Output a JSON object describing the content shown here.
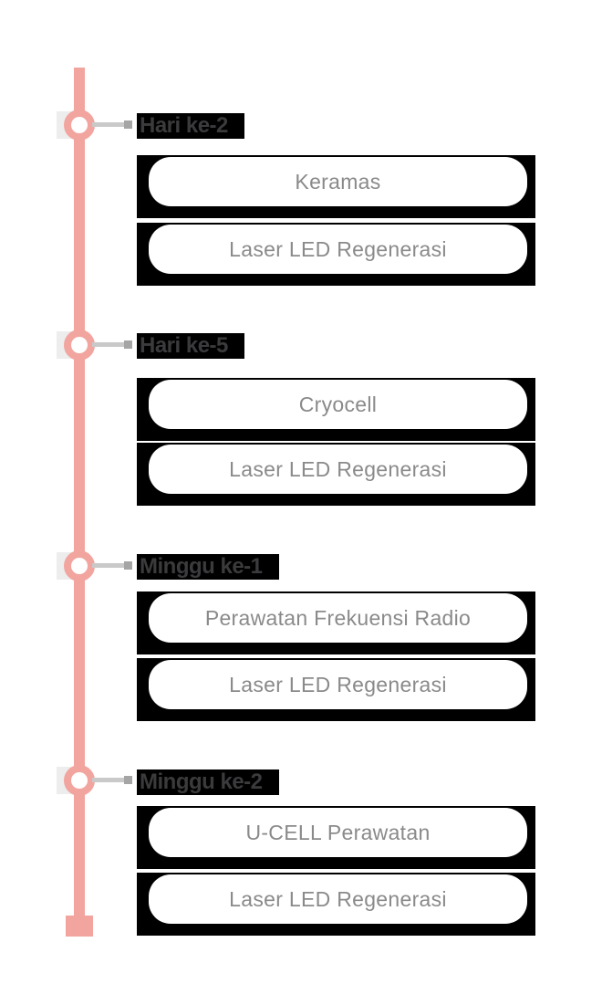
{
  "theme": {
    "page-bg": "#FFFFFF",
    "pink": "#F2A59F",
    "connector-gray": "#C9C9C9",
    "connector-square-gray": "#A5A5A5",
    "node-square-gray": "#EDEDED",
    "label-bg": "#000000",
    "label-text": "#3B3B3D",
    "card-bg": "#000000",
    "card-inner-bg": "#FFFFFF",
    "card-text": "#8A8A8A"
  },
  "timeline": {
    "groups": [
      {
        "label": "Hari ke-2",
        "cards": [
          "Keramas",
          "Laser LED Regenerasi"
        ]
      },
      {
        "label": "Hari ke-5",
        "cards": [
          "Cryocell",
          "Laser LED Regenerasi"
        ]
      },
      {
        "label": "Minggu ke-1",
        "cards": [
          "Perawatan Frekuensi Radio",
          "Laser LED Regenerasi"
        ]
      },
      {
        "label": "Minggu ke-2",
        "cards": [
          "U-CELL Perawatan",
          "Laser LED Regenerasi"
        ]
      }
    ]
  }
}
